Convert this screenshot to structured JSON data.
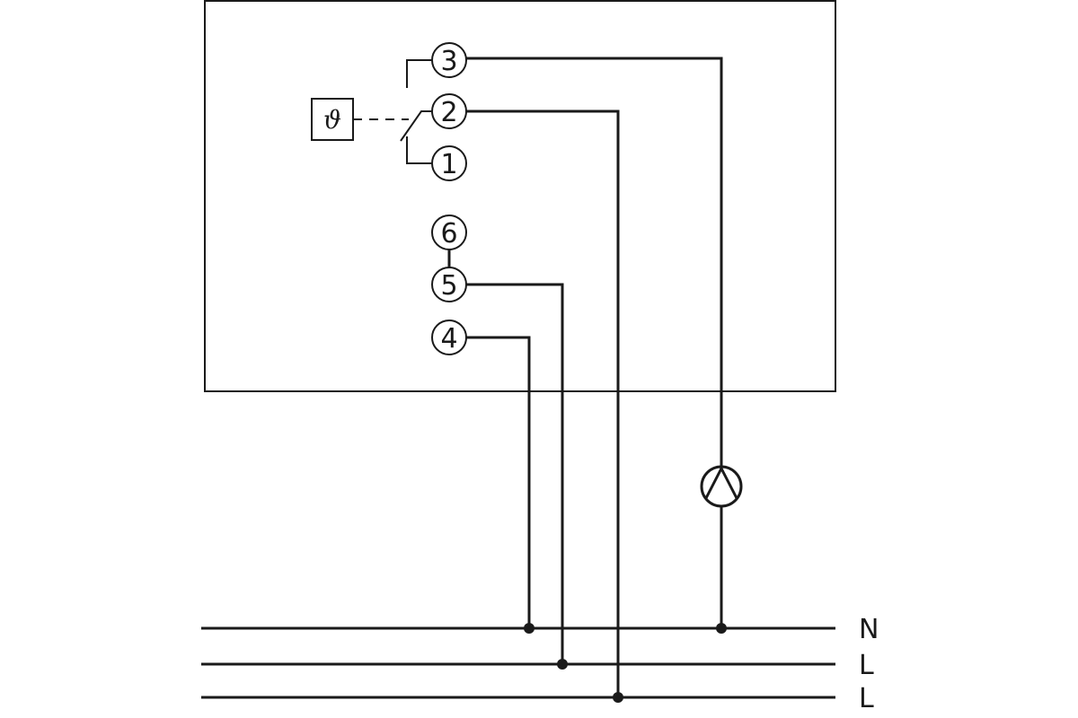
{
  "colors": {
    "line": "#1a1a1a",
    "background": "#ffffff"
  },
  "terminals": {
    "t1": "1",
    "t2": "2",
    "t3": "3",
    "t4": "4",
    "t5": "5",
    "t6": "6"
  },
  "sensor": {
    "symbol": "ϑ",
    "icon": "temperature-sensor-icon"
  },
  "pump": {
    "icon": "circulation-pump-icon"
  },
  "bus": {
    "n": "N",
    "l1": "L",
    "l2": "L"
  }
}
